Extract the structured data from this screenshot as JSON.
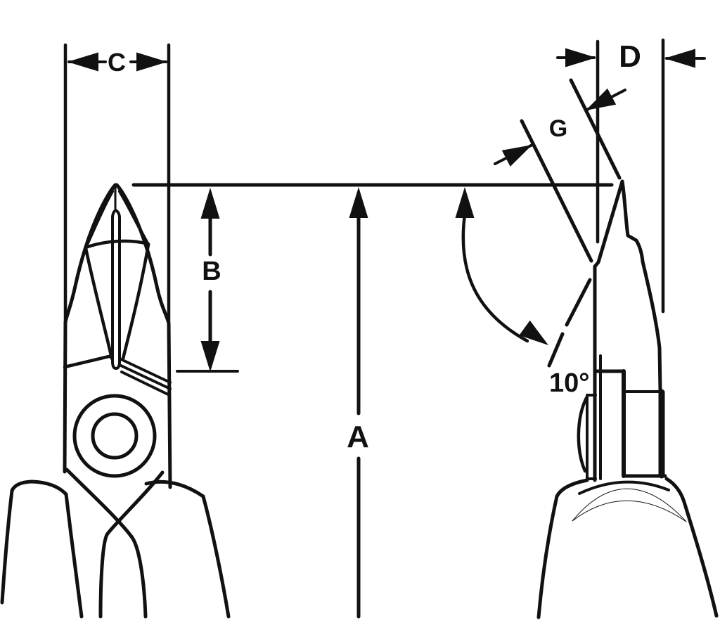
{
  "figure": {
    "background_color": "#ffffff",
    "ink_color": "#111111",
    "dimensions": {
      "a": {
        "label": "A"
      },
      "b": {
        "label": "B"
      },
      "c": {
        "label": "C"
      },
      "d": {
        "label": "D"
      },
      "g": {
        "label": "G"
      },
      "angle": {
        "label": "10°"
      }
    }
  }
}
